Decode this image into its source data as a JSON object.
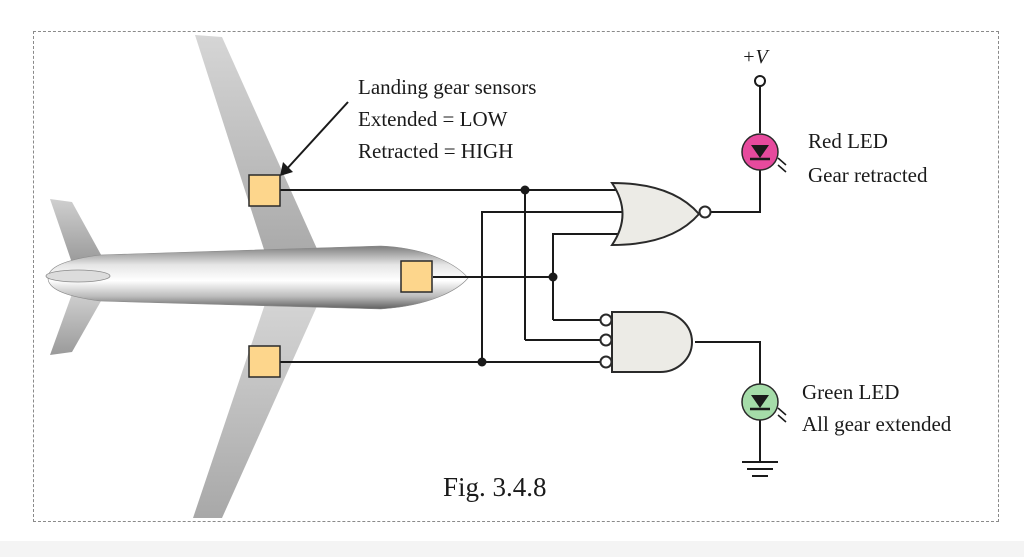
{
  "sensor_labels": {
    "title": "Landing gear sensors",
    "extended": "Extended = LOW",
    "retracted": "Retracted = HIGH"
  },
  "supply_label": "+V",
  "red_led": {
    "name": "Red LED",
    "meaning": "Gear retracted",
    "color": "#e64a9d"
  },
  "green_led": {
    "name": "Green LED",
    "meaning": "All gear extended",
    "color": "#a5dca9"
  },
  "caption": "Fig. 3.4.8",
  "colors": {
    "sensor_fill": "#fdd68c",
    "gate_fill": "#ecebe6",
    "wire": "#1a1a1a"
  }
}
